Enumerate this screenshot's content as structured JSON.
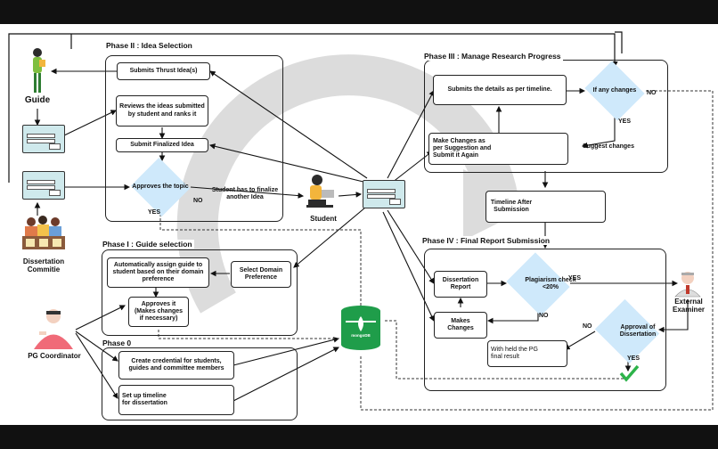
{
  "phases": {
    "p2": "Phase II : Idea Selection",
    "p3": "Phase III : Manage Research Progress",
    "p1": "Phase I : Guide selection",
    "p4": "Phase IV : Final Report Submission",
    "p0": "Phase 0"
  },
  "actors": {
    "guide": "Guide",
    "committee": "Dissertation\nCommitie",
    "student": "Student",
    "pg": "PG Coordinator",
    "examiner": "External\nExaminer"
  },
  "boxes": {
    "submit_thrust": "Submits Thrust Idea(s)",
    "reviews": "Reviews the ideas submitted by student and ranks it",
    "submit_final": "Submit Finalized Idea",
    "submit_details": "Submits the details as per timeline.",
    "make_changes_suggestion": "Make Changes as per Suggestion and Submit it Again",
    "timeline_after": "Timeline After Submission",
    "auto_assign": "Automatically assign guide to student based on their domain preference",
    "select_domain": "Select Domain Preference",
    "approves_it": "Approves it (Makes changes if necessary)",
    "create_credential": "Create credential for students, guides and committee members",
    "setup_timeline": "Set up timeline for dissertation",
    "dissertation_report": "Dissertation Report",
    "make_changes": "Makes Changes",
    "withheld": "With held the PG final result"
  },
  "decisions": {
    "approves_topic": "Approves the topic",
    "if_any_changes": "If any changes",
    "plagiarism": "Plagiarism check <20%",
    "approval": "Approval of Dissertation"
  },
  "labels": {
    "no1": "NO",
    "yes1": "YES",
    "finalize_another": "Student has to finalize another Idea",
    "no2": "NO",
    "yes2": "YES",
    "suggest": "Suggest changes",
    "yes3": "YES",
    "no3": "NO",
    "no4": "NO",
    "yes4": "YES"
  },
  "db_label": "mongoDB",
  "colors": {
    "diamond": "#cfe9fb",
    "db": "#1f9d4a",
    "check": "#2db34a",
    "cross": "#e53935",
    "background_arrow": "#dcdcdc"
  }
}
